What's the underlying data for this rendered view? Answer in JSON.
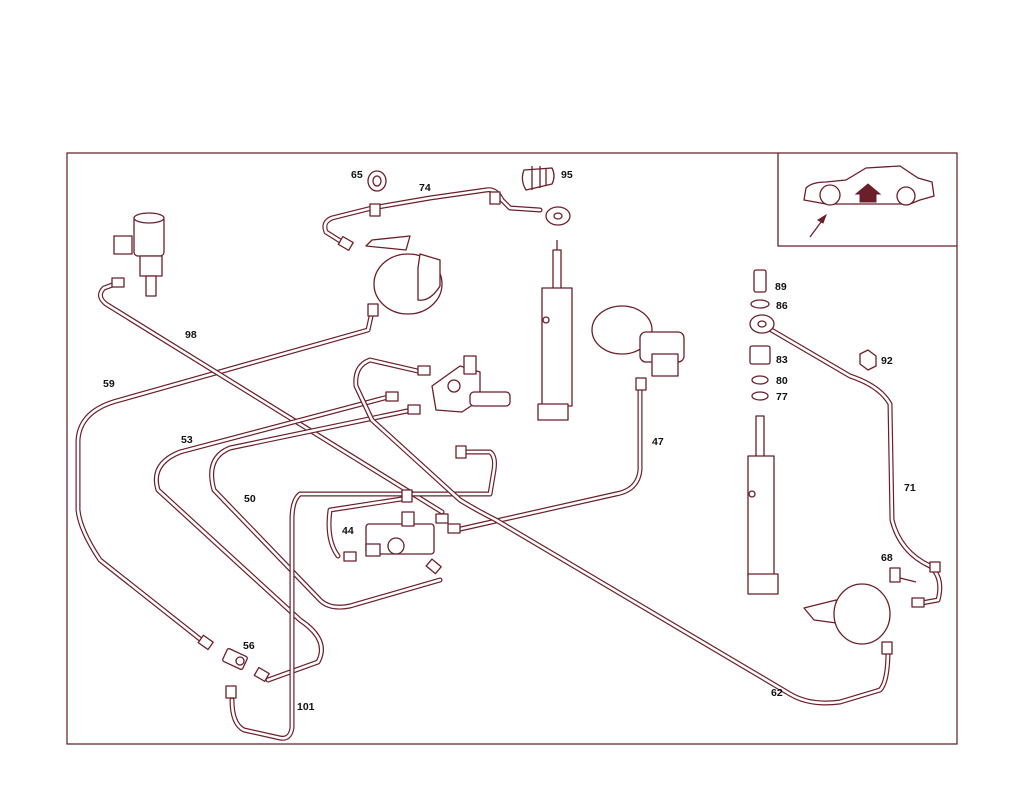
{
  "labels": {
    "p65": "65",
    "p74": "74",
    "p95": "95",
    "p98": "98",
    "p59": "59",
    "p53": "53",
    "p50": "50",
    "p44": "44",
    "p47": "47",
    "p56": "56",
    "p101": "101",
    "p89": "89",
    "p86": "86",
    "p83": "83",
    "p80": "80",
    "p77": "77",
    "p92": "92",
    "p71": "71",
    "p68": "68",
    "p62": "62"
  },
  "colors": {
    "line": "#6b1f2a",
    "frame": "#5a1a22",
    "text": "#111111"
  }
}
